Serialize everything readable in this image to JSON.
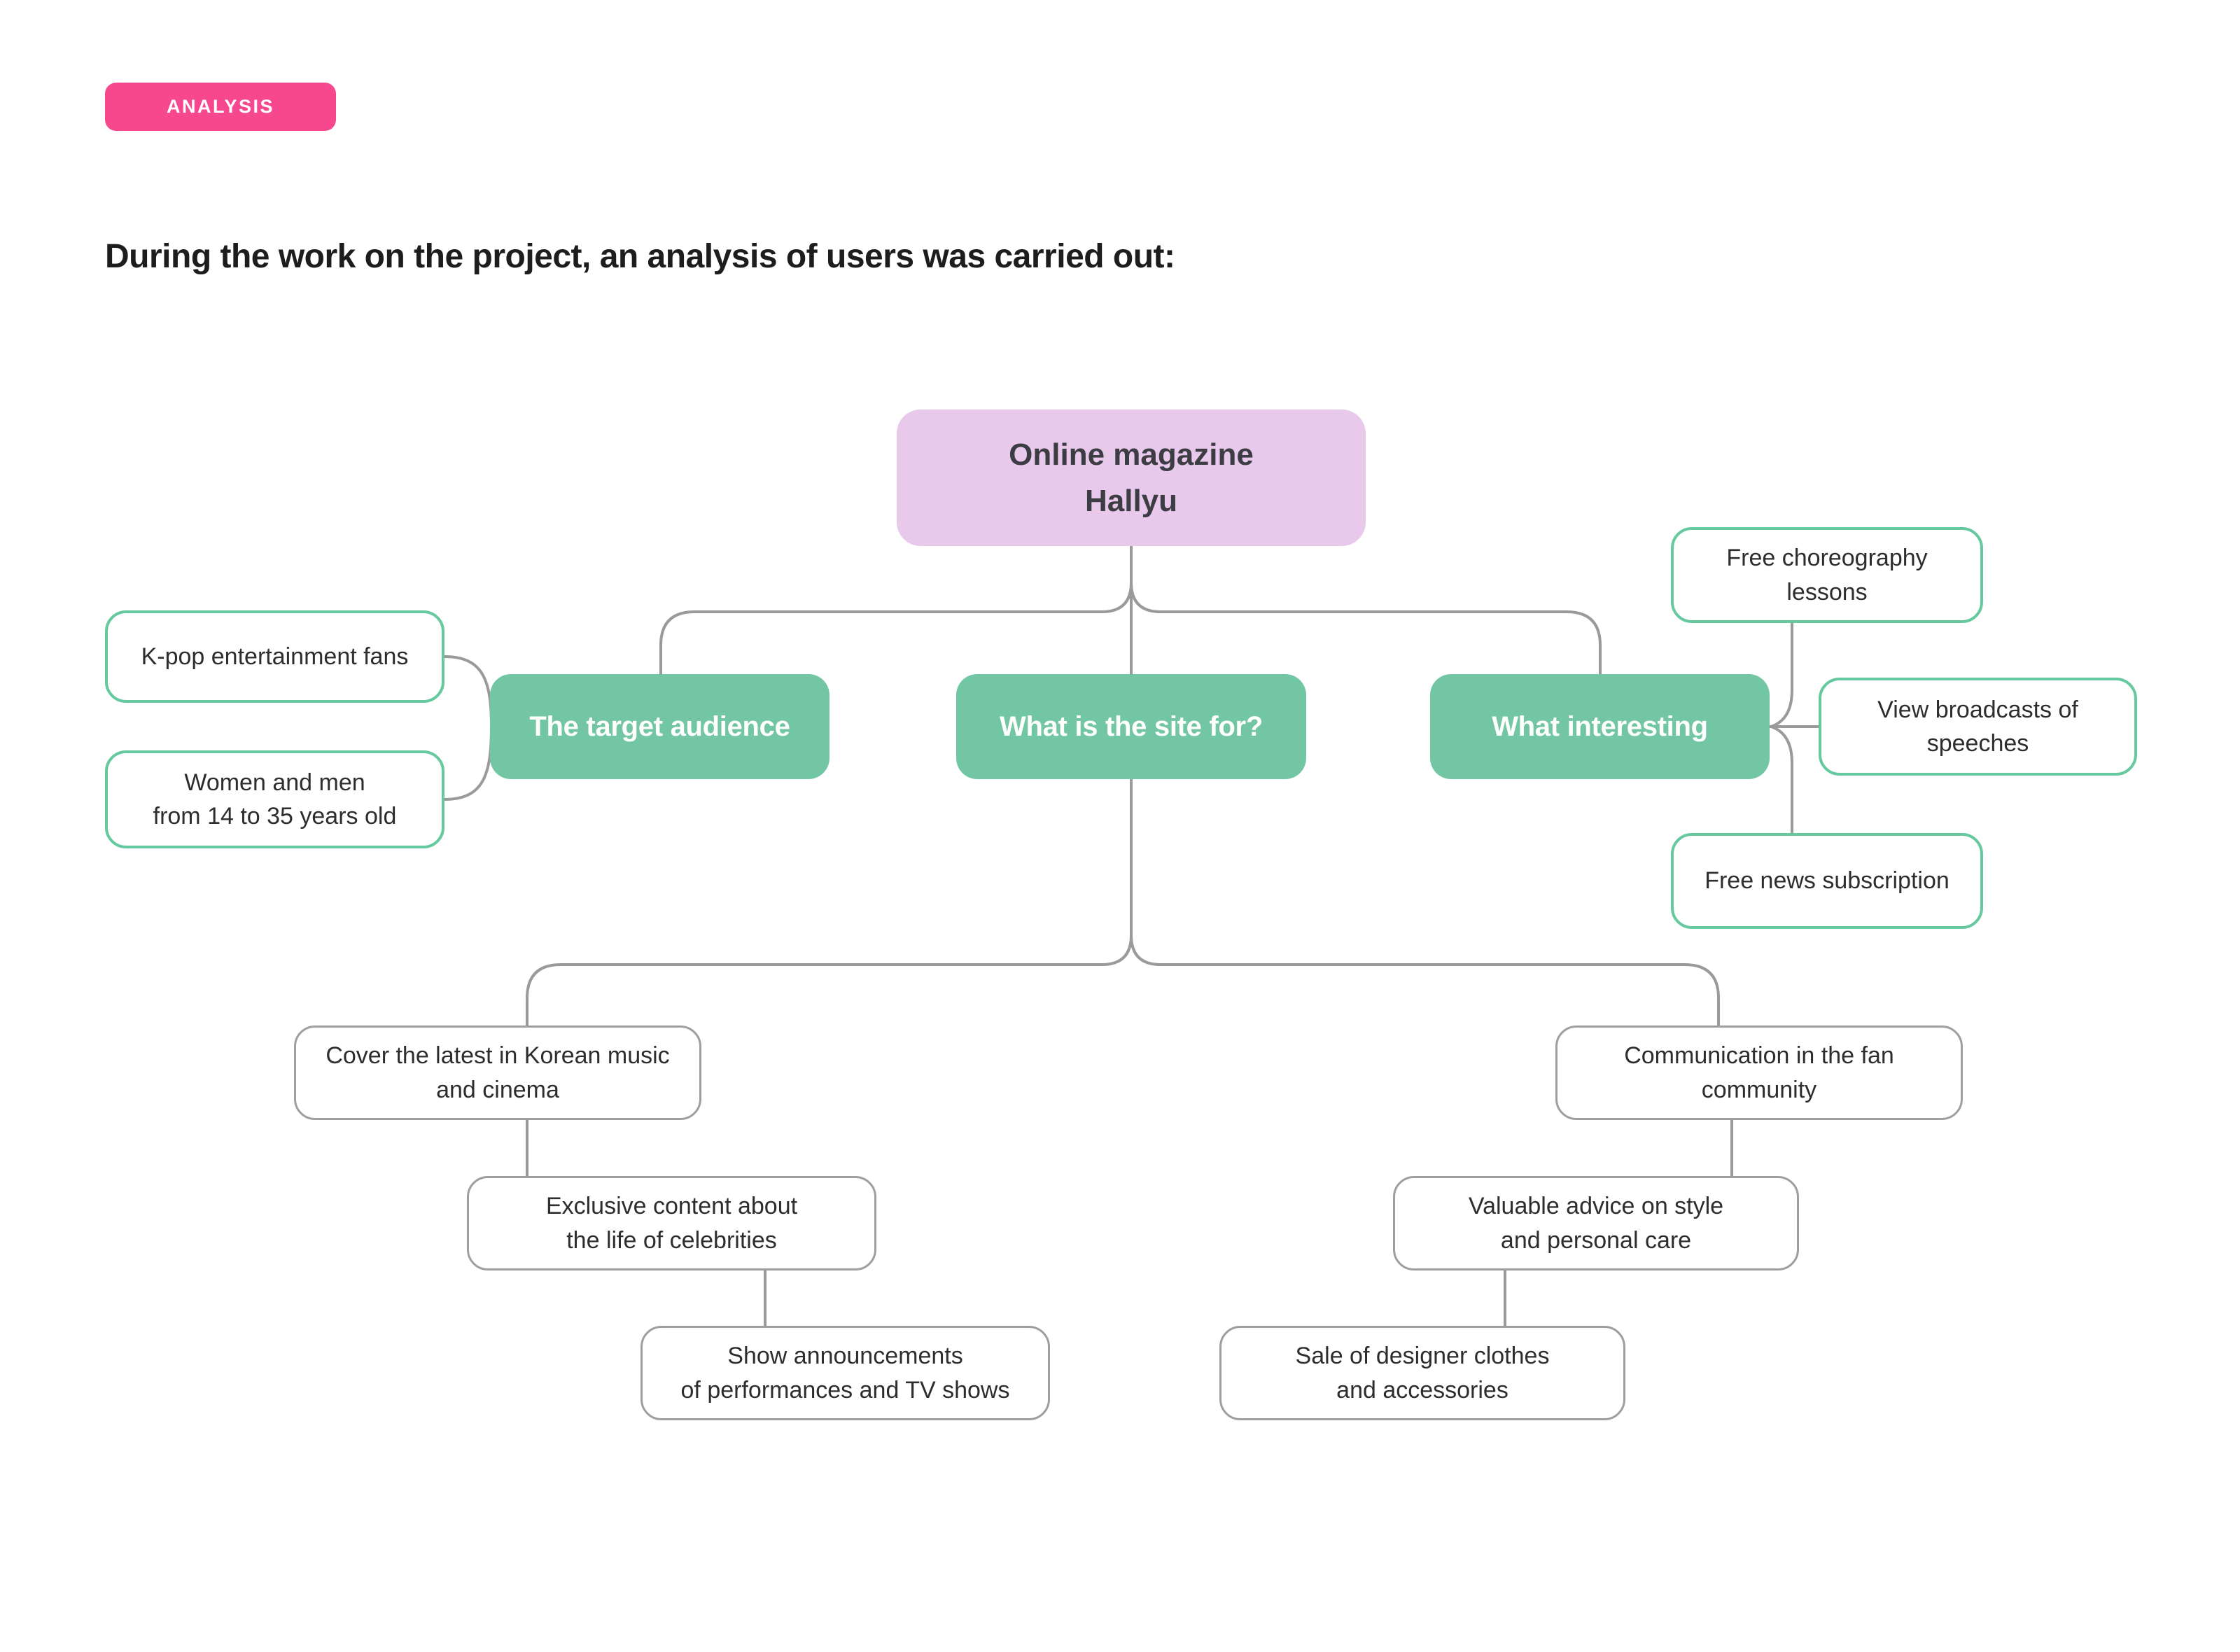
{
  "badge": {
    "label": "ANALYSIS"
  },
  "heading": "During the work on the project, an analysis of users was carried out:",
  "colors": {
    "accent_pink": "#F7478E",
    "node_purple": "#E8C9EB",
    "node_green": "#72C6A4",
    "outline_green": "#66C89E",
    "outline_gray": "#9E9E9E",
    "connector_line": "#9A9A9A",
    "heading_text": "#1D1D1F",
    "node_text_dark": "#2D2D2D",
    "node_text_light": "#FFFFFF"
  },
  "nodes": {
    "hallyu": {
      "label": "Online magazine\nHallyu"
    },
    "target": {
      "label": "The target audience"
    },
    "site": {
      "label": "What is the site for?"
    },
    "interesting": {
      "label": "What interesting"
    },
    "kpop": {
      "label": "K-pop entertainment fans"
    },
    "women": {
      "label": "Women and men\nfrom 14 to 35 years old"
    },
    "choreo": {
      "label": "Free choreography\nlessons"
    },
    "broadcasts": {
      "label": "View broadcasts of\nspeeches"
    },
    "freenews": {
      "label": "Free news subscription"
    },
    "cover": {
      "label": "Cover the latest in Korean music\nand cinema"
    },
    "exclusive": {
      "label": "Exclusive content about\nthe life of celebrities"
    },
    "show": {
      "label": "Show announcements\nof performances and TV shows"
    },
    "communication": {
      "label": "Communication in the fan\ncommunity"
    },
    "valuable": {
      "label": "Valuable advice on style\nand personal care"
    },
    "sale": {
      "label": "Sale of designer clothes\nand accessories"
    }
  }
}
